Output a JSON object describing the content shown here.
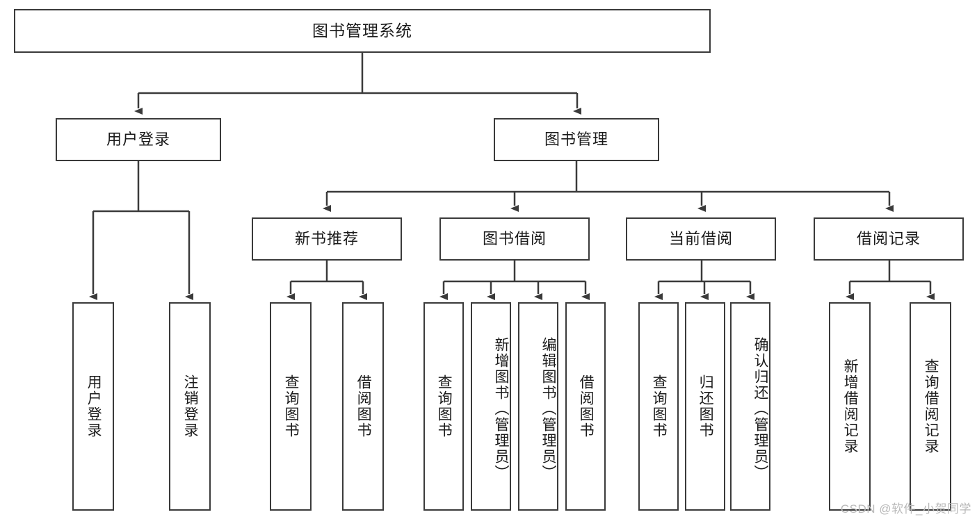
{
  "diagram": {
    "type": "tree-hierarchy",
    "title": "图书管理系统",
    "root": {
      "id": "root",
      "label": "图书管理系统",
      "orientation": "horizontal"
    },
    "level2": [
      {
        "id": "user-login",
        "label": "用户登录",
        "orientation": "horizontal"
      },
      {
        "id": "book-management",
        "label": "图书管理",
        "orientation": "horizontal"
      }
    ],
    "level3": [
      {
        "id": "new-book-recommend",
        "label": "新书推荐",
        "parent": "book-management",
        "orientation": "horizontal"
      },
      {
        "id": "book-borrow",
        "label": "图书借阅",
        "parent": "book-management",
        "orientation": "horizontal"
      },
      {
        "id": "current-borrow",
        "label": "当前借阅",
        "parent": "book-management",
        "orientation": "horizontal"
      },
      {
        "id": "borrow-record",
        "label": "借阅记录",
        "parent": "book-management",
        "orientation": "horizontal"
      }
    ],
    "leaves": [
      {
        "id": "leaf-user-login",
        "label": "用户登录",
        "parent": "user-login",
        "orientation": "vertical"
      },
      {
        "id": "leaf-user-logout",
        "label": "注销登录",
        "parent": "user-login",
        "orientation": "vertical"
      },
      {
        "id": "leaf-query-book-1",
        "label": "查询图书",
        "parent": "new-book-recommend",
        "orientation": "vertical"
      },
      {
        "id": "leaf-borrow-book-1",
        "label": "借阅图书",
        "parent": "new-book-recommend",
        "orientation": "vertical"
      },
      {
        "id": "leaf-query-book-2",
        "label": "查询图书",
        "parent": "book-borrow",
        "orientation": "vertical"
      },
      {
        "id": "leaf-add-book",
        "label": "新增图书（管理员）",
        "parent": "book-borrow",
        "orientation": "vertical"
      },
      {
        "id": "leaf-edit-book",
        "label": "编辑图书（管理员）",
        "parent": "book-borrow",
        "orientation": "vertical"
      },
      {
        "id": "leaf-borrow-book-2",
        "label": "借阅图书",
        "parent": "book-borrow",
        "orientation": "vertical"
      },
      {
        "id": "leaf-query-book-3",
        "label": "查询图书",
        "parent": "current-borrow",
        "orientation": "vertical"
      },
      {
        "id": "leaf-return-book",
        "label": "归还图书",
        "parent": "current-borrow",
        "orientation": "vertical"
      },
      {
        "id": "leaf-confirm-return",
        "label": "确认归还（管理员）",
        "parent": "current-borrow",
        "orientation": "vertical"
      },
      {
        "id": "leaf-add-record",
        "label": "新增借阅记录",
        "parent": "borrow-record",
        "orientation": "vertical"
      },
      {
        "id": "leaf-query-record",
        "label": "查询借阅记录",
        "parent": "borrow-record",
        "orientation": "vertical"
      }
    ],
    "watermark": "CSDN @软件_小贺同学",
    "colors": {
      "stroke": "#3a3a3a",
      "fill": "#ffffff",
      "text": "#1b1b1b",
      "watermark": "#b9b9b9"
    }
  }
}
